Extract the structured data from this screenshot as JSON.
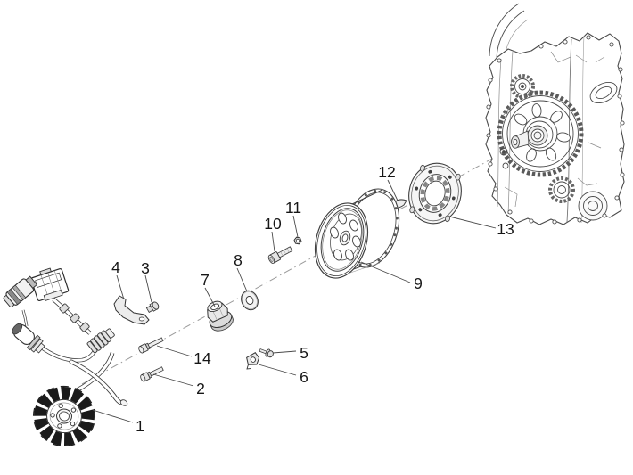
{
  "diagram": {
    "type": "exploded-parts-diagram",
    "subject": "engine flywheel magneto, stator and starter clutch exploded view",
    "background_color": "#ffffff",
    "line_color": "#3f3f3f",
    "callout_color": "#161616",
    "callouts": [
      {
        "label": "1",
        "part": "stator-assembly"
      },
      {
        "label": "2",
        "part": "hex-flange-bolt"
      },
      {
        "label": "3",
        "part": "small-screw"
      },
      {
        "label": "4",
        "part": "retaining-bracket"
      },
      {
        "label": "5",
        "part": "small-screw"
      },
      {
        "label": "6",
        "part": "cable-clip"
      },
      {
        "label": "7",
        "part": "flange-nut"
      },
      {
        "label": "8",
        "part": "washer"
      },
      {
        "label": "9",
        "part": "flywheel-rotor"
      },
      {
        "label": "10",
        "part": "socket-bolt"
      },
      {
        "label": "11",
        "part": "small-nut"
      },
      {
        "label": "12",
        "part": "woodruff-key"
      },
      {
        "label": "13",
        "part": "starter-clutch-ring"
      },
      {
        "label": "14",
        "part": "hex-flange-bolt"
      }
    ]
  }
}
